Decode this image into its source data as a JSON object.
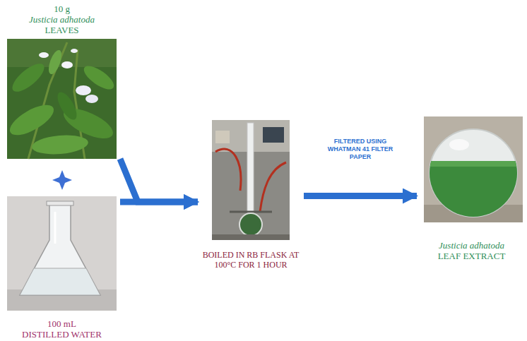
{
  "diagram": {
    "nodes": [
      {
        "text": [
          "10 g",
          "Justicia adhatoda",
          "LEAVES"
        ]
      },
      {
        "text": [
          "100 mL",
          "DISTILLED WATER"
        ]
      },
      {
        "text": [
          "BOILED IN RB FLASK AT 100°C FOR 1 HOUR"
        ]
      },
      {
        "text": [
          "Justicia adhatoda",
          "LEAF EXTRACT"
        ]
      }
    ],
    "edges": [
      {
        "from": 0,
        "to": 2,
        "arrow": "to"
      },
      {
        "from": 1,
        "to": 2,
        "arrow": "to"
      },
      {
        "from": 2,
        "to": 3,
        "arrow": "to",
        "label": "FILTERED USING WHATMAN 41 FILTER PAPER"
      }
    ]
  }
}
